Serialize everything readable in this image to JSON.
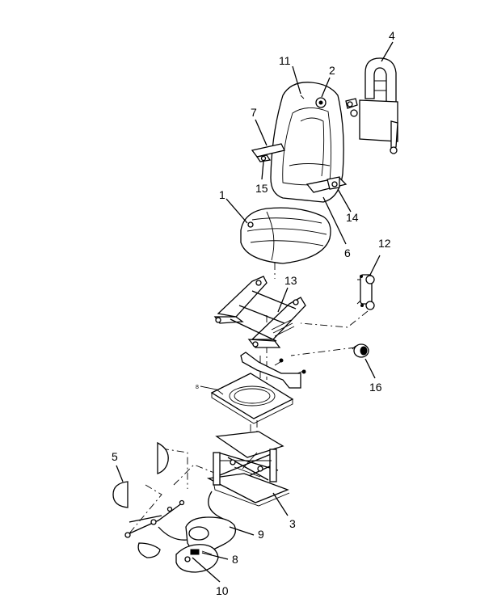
{
  "callouts": [
    {
      "id": "c1",
      "text": "1"
    },
    {
      "id": "c2",
      "text": "2"
    },
    {
      "id": "c3",
      "text": "3"
    },
    {
      "id": "c4",
      "text": "4"
    },
    {
      "id": "c5",
      "text": "5"
    },
    {
      "id": "c6",
      "text": "6"
    },
    {
      "id": "c7",
      "text": "7"
    },
    {
      "id": "c8",
      "text": "8"
    },
    {
      "id": "c9",
      "text": "9"
    },
    {
      "id": "c10",
      "text": "10"
    },
    {
      "id": "c11",
      "text": "11"
    },
    {
      "id": "c12",
      "text": "12"
    },
    {
      "id": "c13",
      "text": "13"
    },
    {
      "id": "c14",
      "text": "14"
    },
    {
      "id": "c15",
      "text": "15"
    },
    {
      "id": "c16",
      "text": "16"
    }
  ],
  "wire_tag": "8"
}
